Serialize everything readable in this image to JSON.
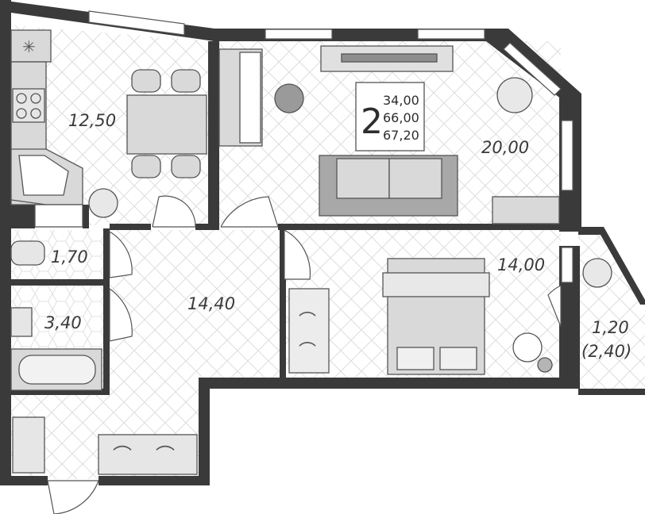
{
  "plan": {
    "rooms_count": "2",
    "areas_summary": [
      "34,00",
      "66,00",
      "67,20"
    ],
    "rooms": [
      {
        "id": "kitchen",
        "area": "12,50"
      },
      {
        "id": "living-room",
        "area": "20,00"
      },
      {
        "id": "toilet",
        "area": "1,70"
      },
      {
        "id": "bathroom",
        "area": "3,40"
      },
      {
        "id": "hallway",
        "area": "14,40"
      },
      {
        "id": "bedroom",
        "area": "14,00"
      },
      {
        "id": "balcony",
        "area": "1,20",
        "area_full": "(2,40)"
      }
    ]
  },
  "colors": {
    "wall": "#3a3a3a",
    "hatch": "#dedede",
    "furniture_fill": "#d9d9d9",
    "furniture_dark": "#8e8e8e",
    "outline": "#555555"
  }
}
